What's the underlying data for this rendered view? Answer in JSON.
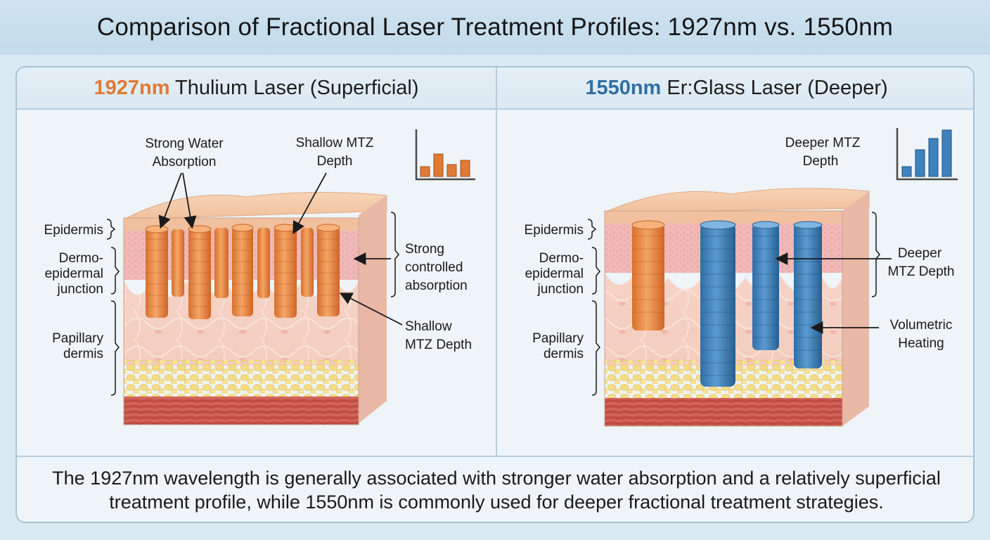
{
  "title": "Comparison of Fractional Laser Treatment Profiles: 1927nm vs. 1550nm",
  "left_panel": {
    "wavelength": "1927nm",
    "heading": " Thulium Laser (Superficial)",
    "accent": "#e07a35",
    "labels": {
      "epidermis": "Epidermis",
      "dej_1": "Dermo-",
      "dej_2": "epidermal",
      "dej_3": "junction",
      "papillary_1": "Papillary",
      "papillary_2": "dermis",
      "water_1": "Strong Water",
      "water_2": "Absorption",
      "shallow_top_1": "Shallow MTZ",
      "shallow_top_2": "Depth",
      "strong_1": "Strong",
      "strong_2": "controlled",
      "strong_3": "absorption",
      "shallow_bot_1": "Shallow",
      "shallow_bot_2": "MTZ Depth"
    },
    "icon": "small-bar-chart-icon"
  },
  "right_panel": {
    "wavelength": "1550nm",
    "heading": " Er:Glass Laser (Deeper)",
    "accent": "#2f6fa6",
    "labels": {
      "epidermis": "Epidermis",
      "dej_1": "Dermo-",
      "dej_2": "epidermal",
      "dej_3": "junction",
      "papillary_1": "Papillary",
      "papillary_2": "dermis",
      "deeper_top_1": "Deeper MTZ",
      "deeper_top_2": "Depth",
      "deeper_1": "Deeper",
      "deeper_2": "MTZ Depth",
      "vol_1": "Volumetric",
      "vol_2": "Heating"
    },
    "icon": "rising-bar-chart-icon"
  },
  "footer": {
    "line1": "The 1927nm wavelength is generally associated with stronger water absorption and a relatively superficial",
    "line2": "treatment profile, while 1550nm is commonly used for deeper fractional treatment strategies."
  },
  "colors": {
    "orange": "#e07a35",
    "blue": "#2f6fa6",
    "skin": "#f3c8a8",
    "fat": "#f2dc8a",
    "muscle": "#c8564e"
  }
}
